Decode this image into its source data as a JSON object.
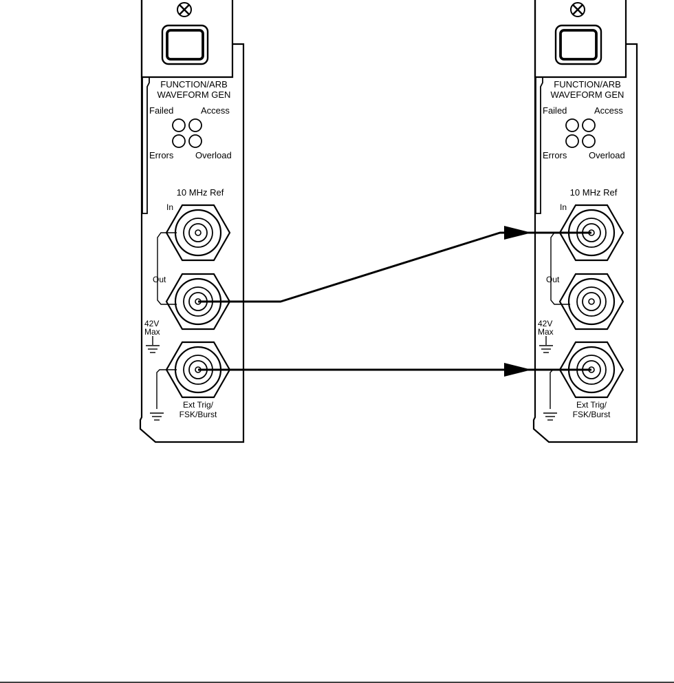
{
  "module": {
    "title_line1": "FUNCTION/ARB",
    "title_line2": "WAVEFORM GEN",
    "led_failed": "Failed",
    "led_access": "Access",
    "led_errors": "Errors",
    "led_overload": "Overload",
    "ref_label": "10 MHz Ref",
    "in_label": "In",
    "out_label": "Out",
    "max_voltage": "42V",
    "max_label": "Max",
    "ext_trig_line1": "Ext Trig/",
    "ext_trig_line2": "FSK/Burst"
  },
  "colors": {
    "line": "#000000",
    "background": "#ffffff"
  }
}
